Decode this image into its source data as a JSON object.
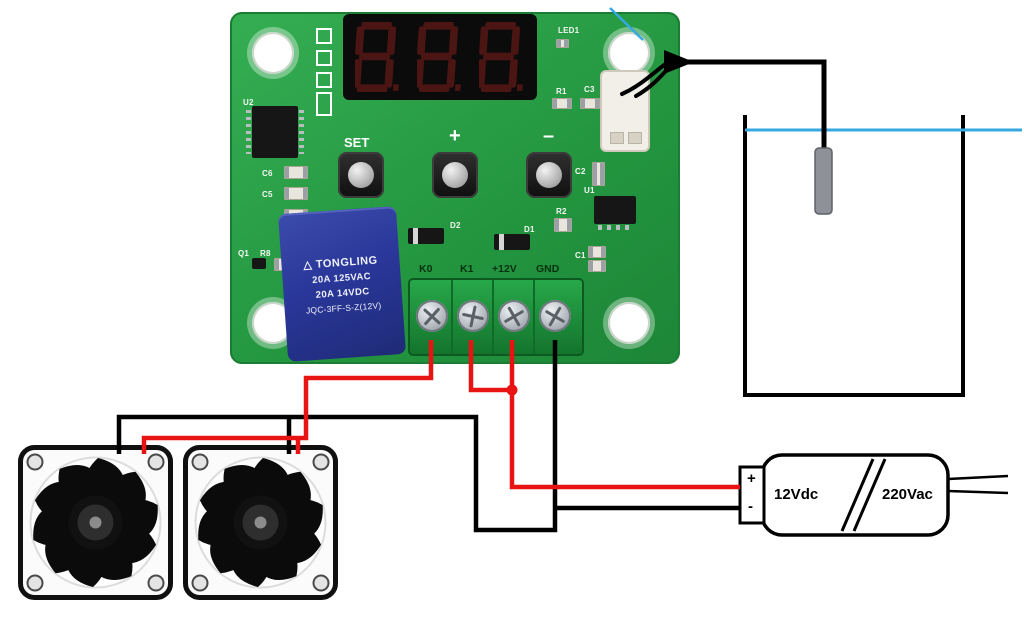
{
  "colors": {
    "wire_red": "#e81313",
    "wire_black": "#000000",
    "water_blue": "#35a8e0",
    "display_segment": "#4a1512",
    "probe_gray": "#8e9298"
  },
  "pcb": {
    "display_digits": "888",
    "buttons": {
      "set": "SET",
      "plus": "+",
      "minus": "–"
    },
    "relay": {
      "logo": "△",
      "brand": "TONGLING",
      "rating1": "20A 125VAC",
      "rating2": "20A 14VDC",
      "model": "JQC-3FF-S-Z(12V)"
    },
    "terminals": [
      "K0",
      "K1",
      "+12V",
      "GND"
    ],
    "silkscreen": {
      "led1": "LED1",
      "r1": "R1",
      "c3": "C3",
      "c2": "C2",
      "u1": "U1",
      "r2": "R2",
      "c1": "C1",
      "c6": "C6",
      "c5": "C5",
      "u2": "U2",
      "q1": "Q1",
      "r8": "R8",
      "d2": "D2",
      "d1": "D1"
    }
  },
  "power_supply": {
    "dc_label": "12Vdc",
    "ac_label": "220Vac",
    "plus_label": "+",
    "minus_label": "-"
  }
}
